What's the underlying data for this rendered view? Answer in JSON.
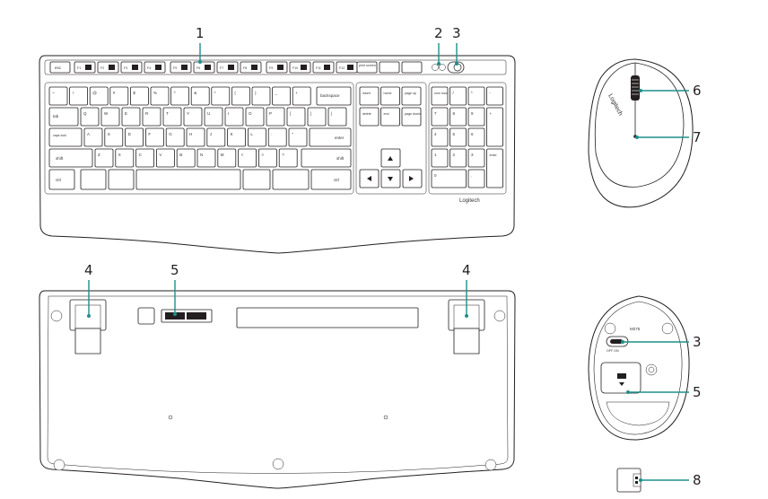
{
  "callouts": {
    "c1": "1",
    "c2": "2",
    "c3": "3",
    "c4a": "4",
    "c5": "5",
    "c4b": "4",
    "c6": "6",
    "c7": "7",
    "c3b": "3",
    "c5b": "5",
    "c8": "8"
  },
  "keyboard": {
    "brand": "Logitech",
    "esc": "esc",
    "fkeys": [
      "F1",
      "F2",
      "F3",
      "F4",
      "F5",
      "F6",
      "F7",
      "F8",
      "F9",
      "F10",
      "F11",
      "F12"
    ],
    "prtsc": "print screen",
    "row1": [
      "~",
      "!",
      "@",
      "#",
      "$",
      "%",
      "^",
      "&",
      "*",
      "(",
      ")",
      "_",
      "+"
    ],
    "backspace": "backspace",
    "tab": "tab",
    "row2": [
      "Q",
      "W",
      "E",
      "R",
      "T",
      "Y",
      "U",
      "I",
      "O",
      "P",
      "{",
      "}",
      "|"
    ],
    "caps": "caps lock",
    "row3": [
      "A",
      "S",
      "D",
      "F",
      "G",
      "H",
      "J",
      "K",
      "L",
      ":",
      "\""
    ],
    "enter": "enter",
    "shift_l": "shift",
    "row4": [
      "Z",
      "X",
      "C",
      "V",
      "B",
      "N",
      "M",
      "<",
      ">",
      "?"
    ],
    "shift_r": "shift",
    "ctrl_l": "ctrl",
    "ctrl_r": "ctrl",
    "nav": [
      "insert",
      "home",
      "page up",
      "delete",
      "end",
      "page down"
    ],
    "num": [
      "num lock",
      "/",
      "*",
      "-",
      "7",
      "8",
      "9",
      "+",
      "4",
      "5",
      "6",
      "1",
      "2",
      "3",
      "enter",
      "0",
      "."
    ]
  },
  "mouse": {
    "brand": "Logitech",
    "model": "M275",
    "switch": "OFF ON"
  },
  "colors": {
    "accent": "#1f8f8a",
    "line": "#231f20"
  }
}
